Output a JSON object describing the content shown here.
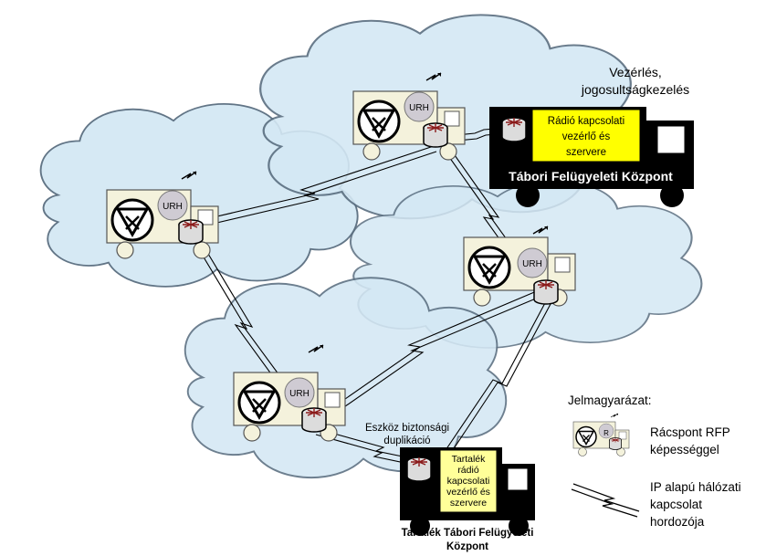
{
  "labels": {
    "control_line1": "Vezérlés,",
    "control_line2": "jogosultságkezelés",
    "main_box_line1": "Rádió kapcsolati",
    "main_box_line2": "vezérlő és",
    "main_box_line3": "szervere",
    "main_truck_caption": "Tábori Felügyeleti Központ",
    "backup_box_line1": "Tartalék",
    "backup_box_line2": "rádió",
    "backup_box_line3": "kapcsolati",
    "backup_box_line4": "vezérlő és",
    "backup_box_line5": "szervere",
    "backup_caption_line1": "Tartalék Tábori Felügyeleti",
    "backup_caption_line2": "Központ",
    "duplication_line1": "Eszköz biztonsági",
    "duplication_line2": "duplikáció",
    "urh": "URH"
  },
  "legend": {
    "title": "Jelmagyarázat:",
    "node_line1": "Rácspont RFP",
    "node_line2": "képességgel",
    "link_line1": "IP alapú hálózati",
    "link_line2": "kapcsolat",
    "link_line3": "hordozója",
    "node_badge": "R"
  },
  "icons": [
    "radio-tower-icon",
    "router-icon",
    "lightning-link-icon",
    "truck-icon"
  ],
  "colors": {
    "cloud_fill": "#d4e8f4",
    "cloud_stroke": "#5a6e80",
    "truck_fill": "#f4f2dc",
    "highlight_box": "#ffff00",
    "dark_truck": "#000000"
  }
}
